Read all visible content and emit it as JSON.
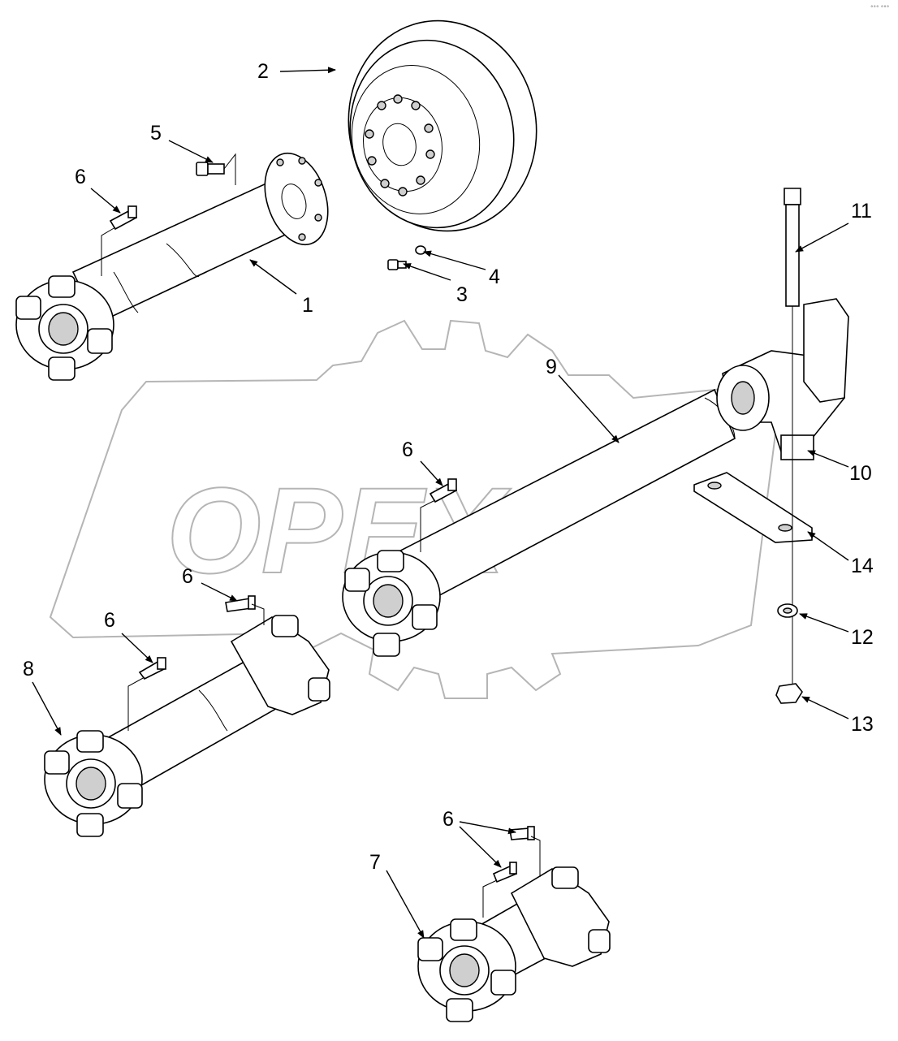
{
  "diagram": {
    "watermark": "OPEX",
    "corner_mark": "°°° °°°",
    "callouts": [
      {
        "id": "c1",
        "label": "1"
      },
      {
        "id": "c2",
        "label": "2"
      },
      {
        "id": "c3",
        "label": "3"
      },
      {
        "id": "c4",
        "label": "4"
      },
      {
        "id": "c5",
        "label": "5"
      },
      {
        "id": "c6a",
        "label": "6"
      },
      {
        "id": "c6b",
        "label": "6"
      },
      {
        "id": "c6c",
        "label": "6"
      },
      {
        "id": "c6d",
        "label": "6"
      },
      {
        "id": "c6e",
        "label": "6"
      },
      {
        "id": "c7",
        "label": "7"
      },
      {
        "id": "c8",
        "label": "8"
      },
      {
        "id": "c9",
        "label": "9"
      },
      {
        "id": "c10",
        "label": "10"
      },
      {
        "id": "c11",
        "label": "11"
      },
      {
        "id": "c12",
        "label": "12"
      },
      {
        "id": "c13",
        "label": "13"
      },
      {
        "id": "c14",
        "label": "14"
      }
    ]
  }
}
